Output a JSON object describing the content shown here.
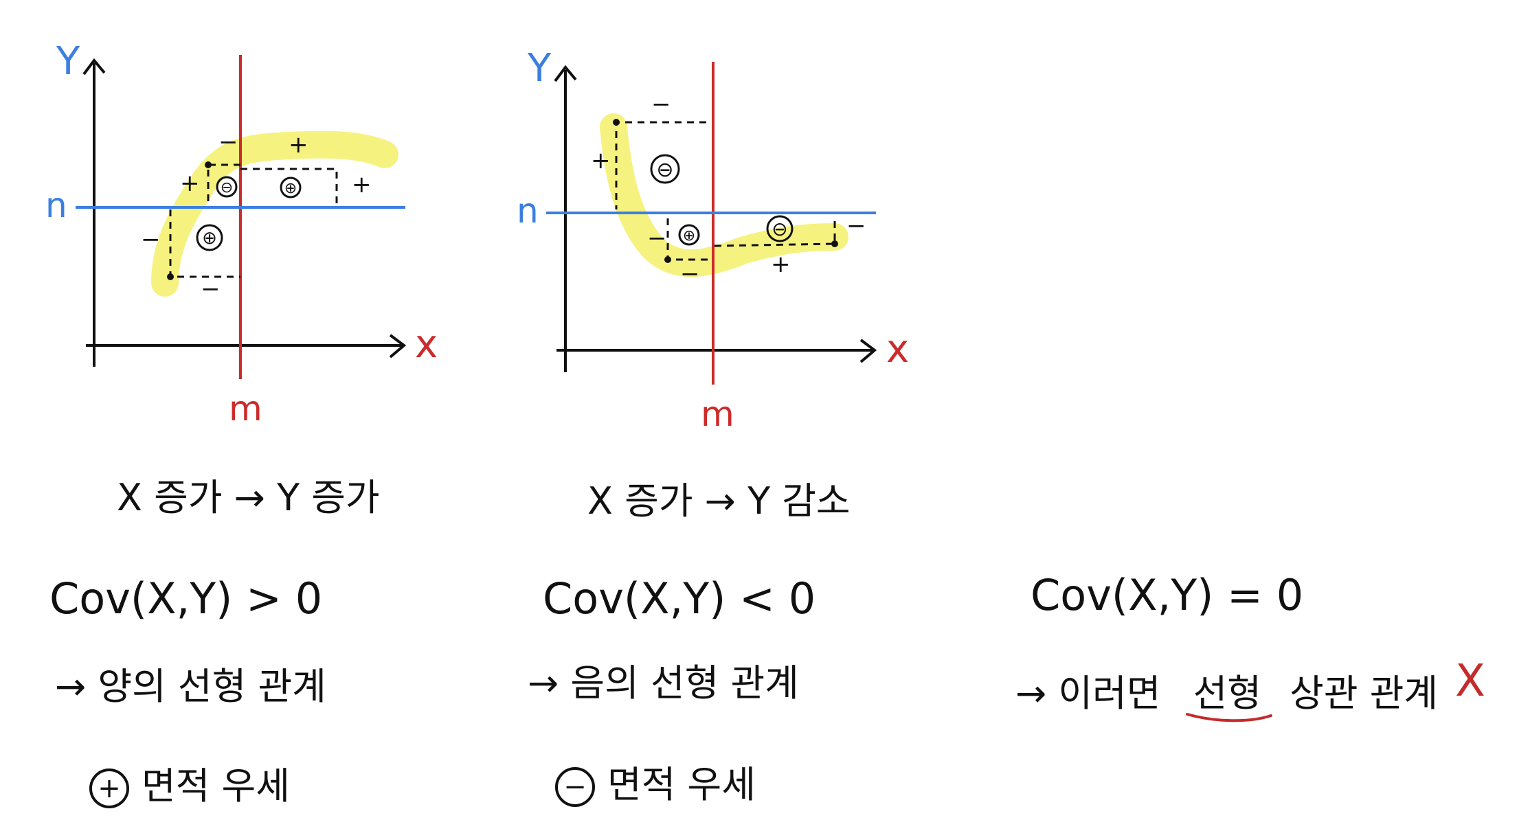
{
  "colors": {
    "ink": "#111111",
    "mean_x": "#cc2b2b",
    "mean_y": "#3b7fe0",
    "highlight": "#f5f06a"
  },
  "graphs": [
    {
      "y_axis_label": "Y",
      "x_axis_label": "x",
      "mean_x_label": "m",
      "mean_y_label": "n",
      "caption": "X 증가 → Y 증가",
      "regions": [
        "⊖",
        "⊕",
        "⊕"
      ],
      "signs": [
        "−",
        "+",
        "+",
        "+",
        "−",
        "−"
      ]
    },
    {
      "y_axis_label": "Y",
      "x_axis_label": "x",
      "mean_x_label": "m",
      "mean_y_label": "n",
      "caption": "X 증가 → Y 감소",
      "regions": [
        "⊖",
        "⊕",
        "⊖"
      ],
      "signs": [
        "−",
        "+",
        "−",
        "−",
        "+",
        "−"
      ]
    }
  ],
  "conclusions": [
    {
      "formula": "Cov(X,Y) > 0",
      "relation": "→ 양의 선형 관계",
      "area_sign": "+",
      "area_text": "면적 우세"
    },
    {
      "formula": "Cov(X,Y) < 0",
      "relation": "→ 음의 선형 관계",
      "area_sign": "−",
      "area_text": "면적 우세"
    },
    {
      "formula": "Cov(X,Y) = 0",
      "relation_prefix": "→ 이러면",
      "relation_underlined": "선형",
      "relation_suffix": "상관 관계",
      "mark": "X"
    }
  ]
}
